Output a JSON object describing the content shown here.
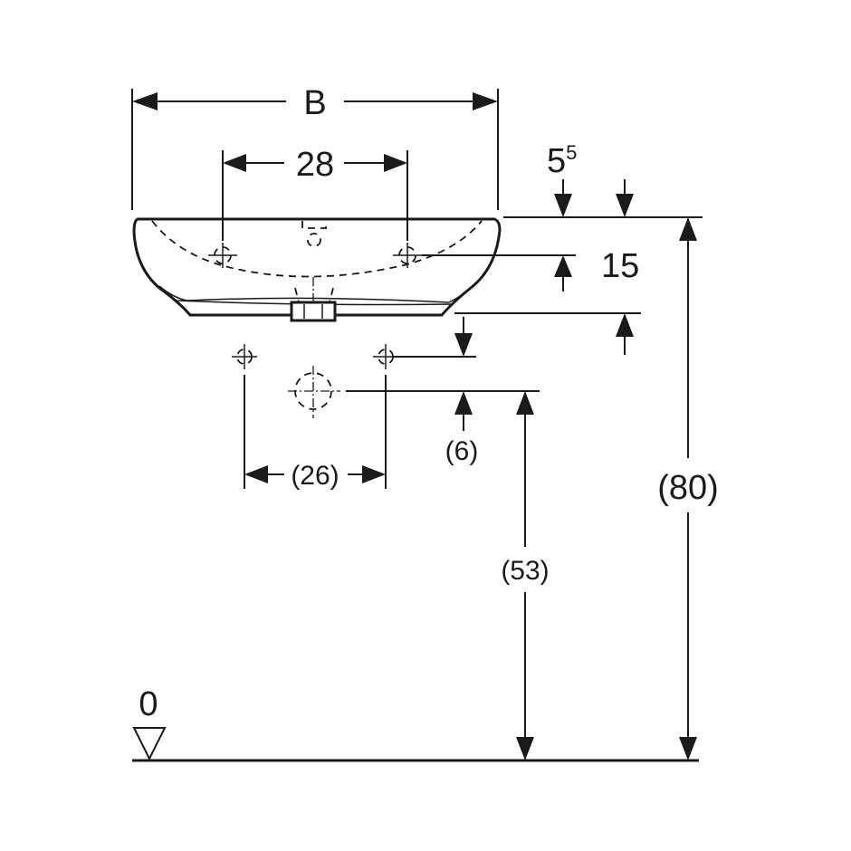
{
  "labels": {
    "width": "B",
    "tap_hole_spacing": "28",
    "rim_depth_base": "5",
    "rim_depth_sup": "5",
    "tap_hole_offset": "15",
    "drain_offset": "(6)",
    "fixing_spacing": "(26)",
    "drain_height": "(53)",
    "rim_height": "(80)",
    "floor_level": "0"
  }
}
